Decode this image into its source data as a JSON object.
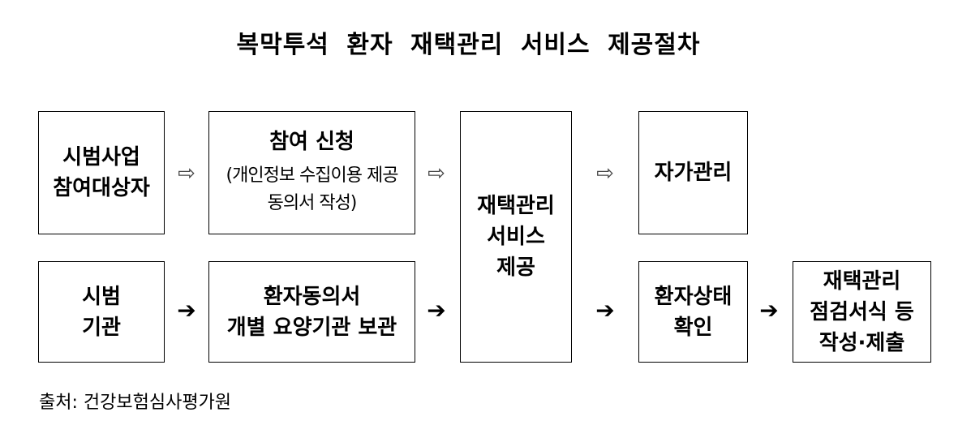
{
  "title": "복막투석 환자 재택관리 서비스 제공절차",
  "boxes": {
    "participant": {
      "lines": [
        "시범사업",
        "참여대상자"
      ]
    },
    "application": {
      "heading": "참여 신청",
      "lines": [
        "(개인정보 수집이용 제공",
        "동의서 작성)"
      ]
    },
    "service": {
      "lines": [
        "재택관리",
        "서비스",
        "제공"
      ]
    },
    "self_care": {
      "lines": [
        "자가관리"
      ]
    },
    "institution": {
      "lines": [
        "시범",
        "기관"
      ]
    },
    "consent_storage": {
      "lines": [
        "환자동의서",
        "개별 요양기관 보관"
      ]
    },
    "status_check": {
      "lines": [
        "환자상태",
        "확인"
      ]
    },
    "checklist": {
      "lines": [
        "재택관리",
        "점검서식 등",
        "작성·제출"
      ]
    }
  },
  "arrows": {
    "outline": "⇨",
    "solid": "➔"
  },
  "source": "출처:  건강보험심사평가원"
}
